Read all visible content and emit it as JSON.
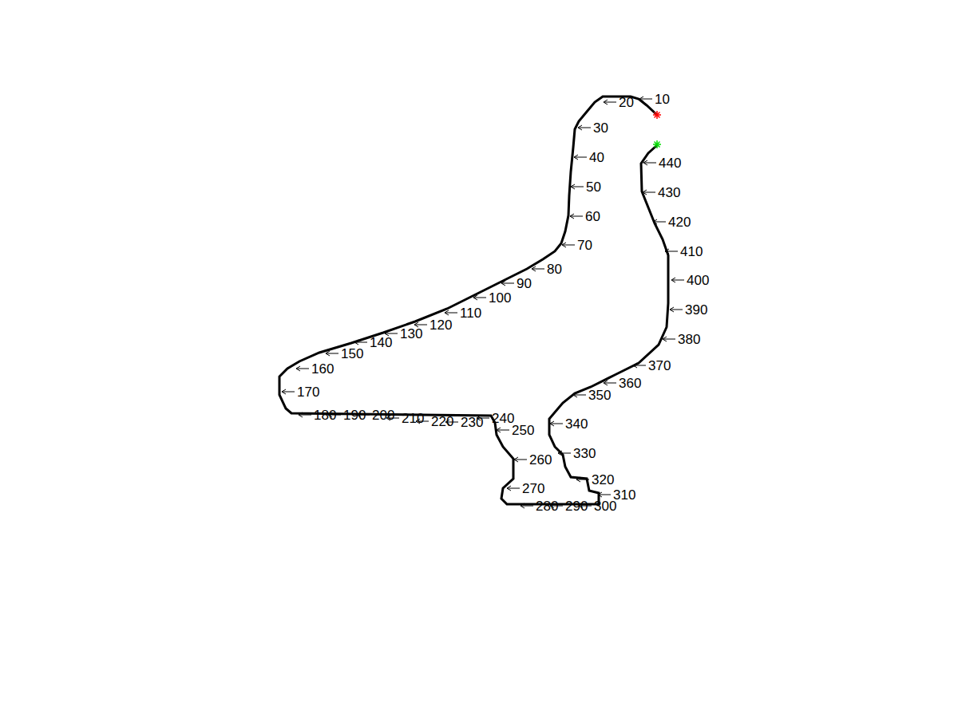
{
  "diagram": {
    "labels": [
      "10",
      "20",
      "30",
      "40",
      "50",
      "60",
      "70",
      "80",
      "90",
      "100",
      "110",
      "120",
      "130",
      "140",
      "150",
      "160",
      "170",
      "180",
      "190",
      "200",
      "210",
      "220",
      "230",
      "240",
      "250",
      "260",
      "270",
      "280",
      "290",
      "300",
      "310",
      "320",
      "330",
      "340",
      "350",
      "360",
      "370",
      "380",
      "390",
      "400",
      "410",
      "420",
      "430",
      "440"
    ]
  }
}
